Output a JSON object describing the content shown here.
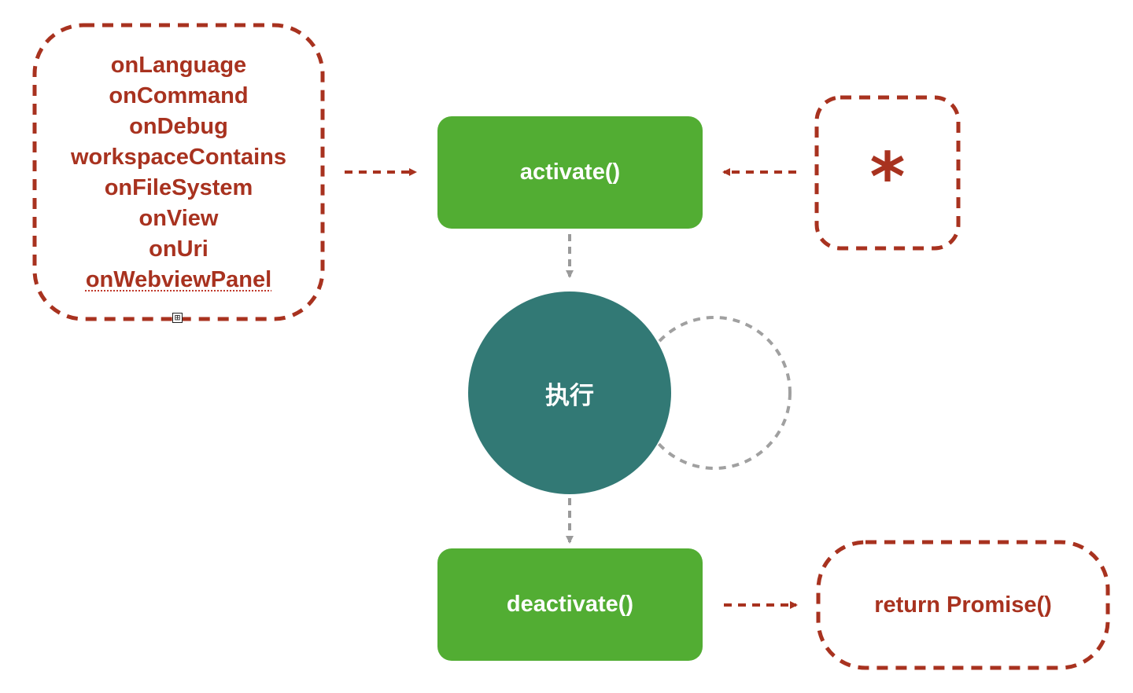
{
  "events": {
    "items": [
      "onLanguage",
      "onCommand",
      "onDebug",
      "workspaceContains",
      "onFileSystem",
      "onView",
      "onUri",
      "onWebviewPanel"
    ],
    "expand_toggle": "⊞"
  },
  "activate": {
    "label": "activate()"
  },
  "execute": {
    "label": "执行"
  },
  "deactivate": {
    "label": "deactivate()"
  },
  "wildcard": {
    "label": "*"
  },
  "return_promise": {
    "label": "return Promise()"
  },
  "colors": {
    "accent_red": "#a8321f",
    "green": "#52ad33",
    "teal": "#327975",
    "gray": "#a0a0a0"
  }
}
